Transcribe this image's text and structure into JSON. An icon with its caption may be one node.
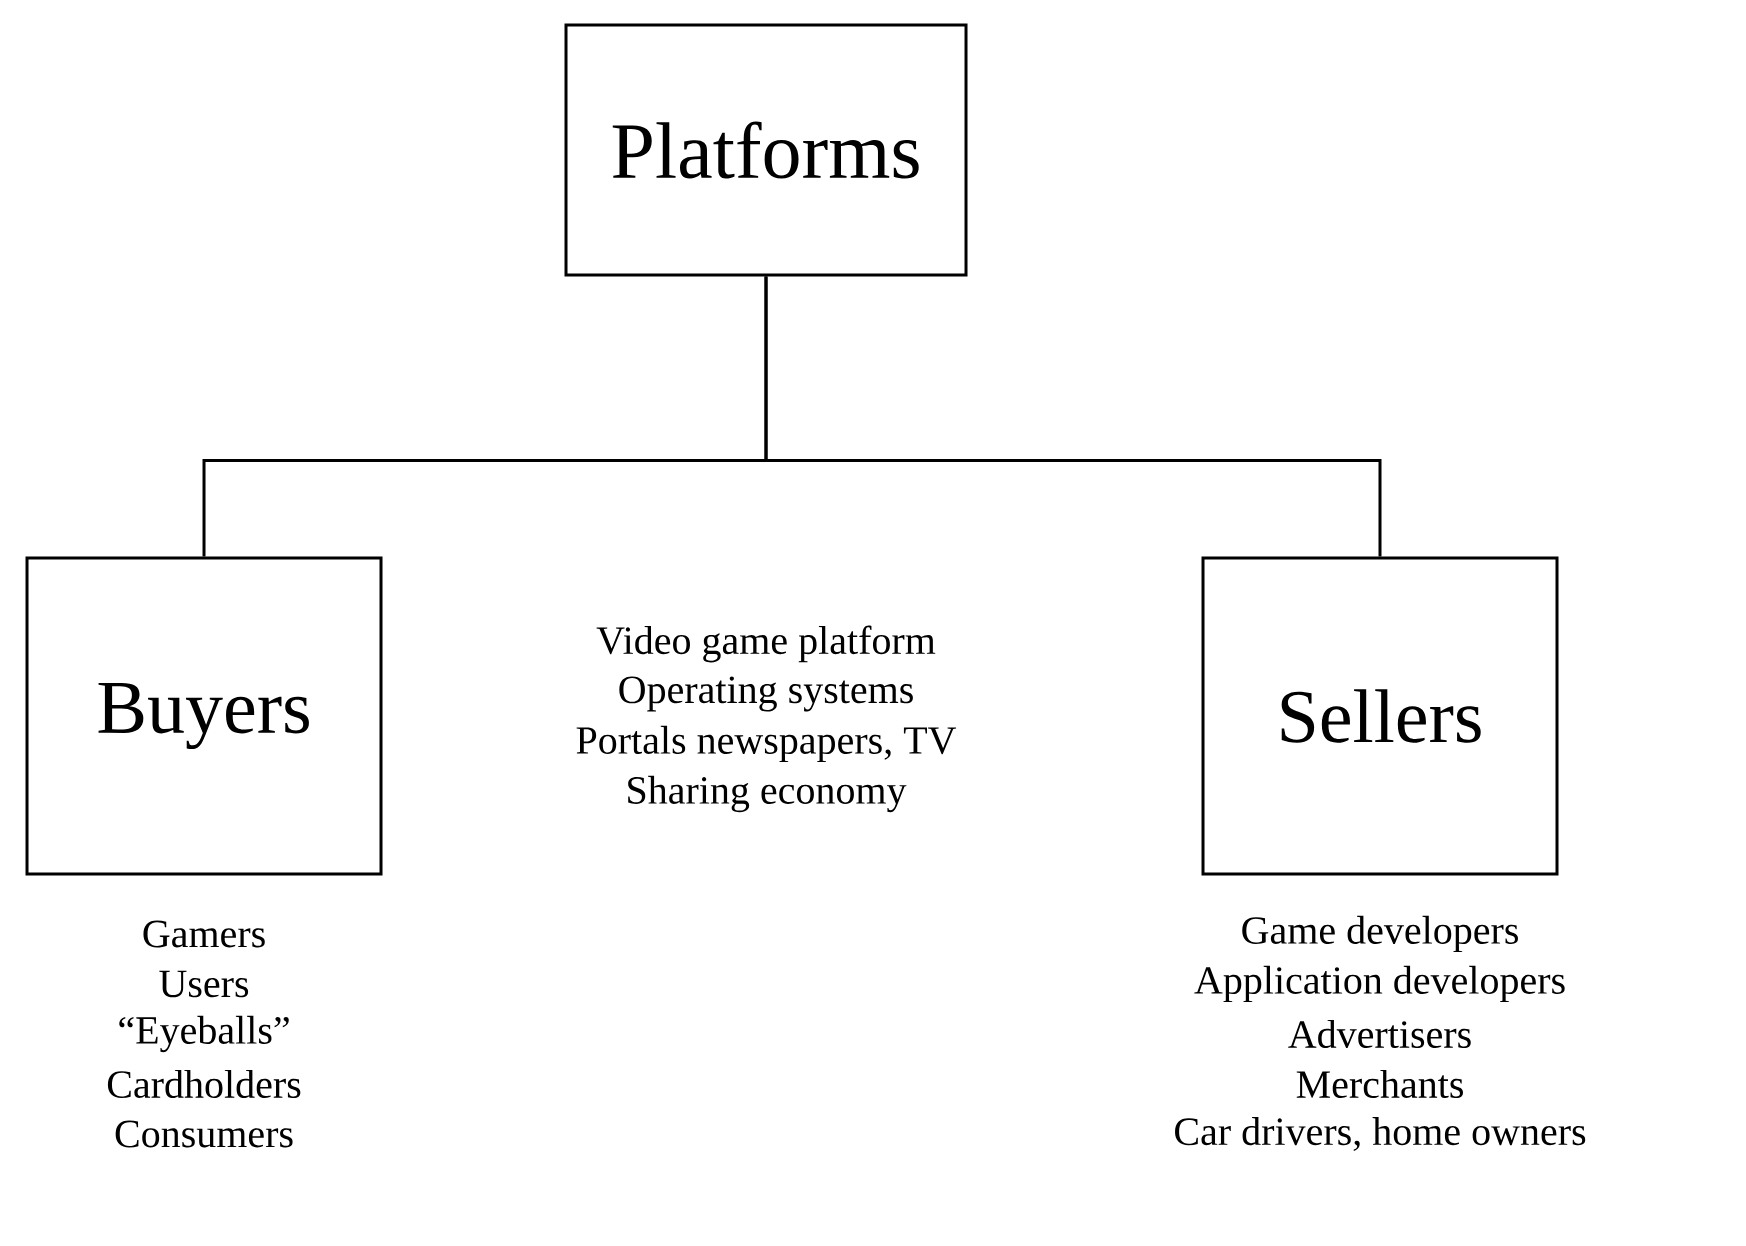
{
  "diagram": {
    "nodes": [
      {
        "text": [
          "Platforms"
        ]
      },
      {
        "text": [
          "Buyers"
        ],
        "beside": [
          "Gamers",
          "Users",
          "“Eyeballs”",
          "Cardholders",
          "Consumers"
        ]
      },
      {
        "text": [
          "Sellers"
        ],
        "beside": [
          "Game developers",
          "Application developers",
          "Advertisers",
          "Merchants",
          "Car drivers, home owners"
        ]
      }
    ],
    "edges": [
      {
        "from": 0,
        "to": 1,
        "arrow": "none"
      },
      {
        "from": 0,
        "to": 2,
        "arrow": "none"
      }
    ],
    "labels": [
      "Video game platform",
      "Operating systems",
      "Portals newspapers, TV",
      "Sharing economy"
    ]
  }
}
